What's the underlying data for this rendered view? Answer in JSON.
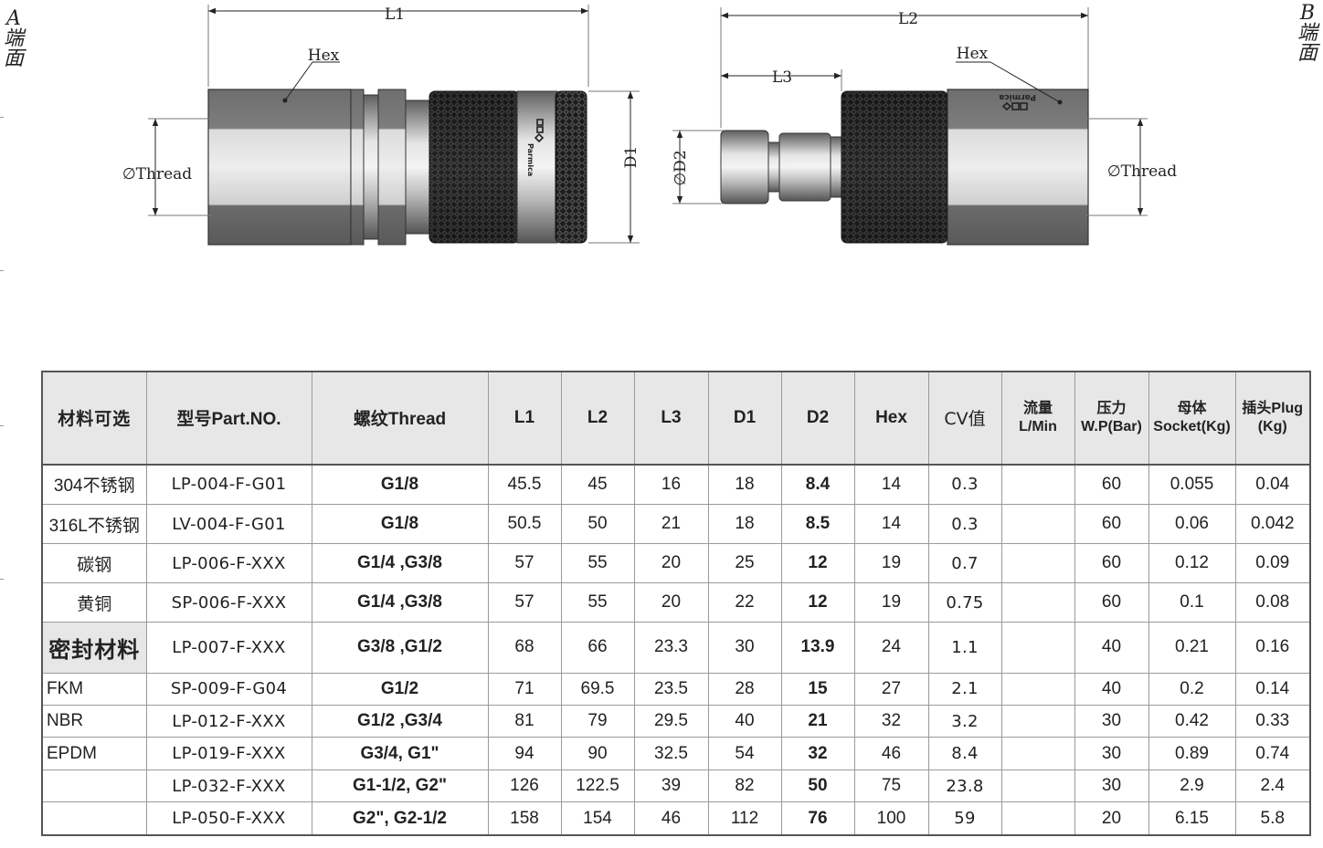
{
  "side_labels": {
    "a": [
      "A",
      "端",
      "面"
    ],
    "b": [
      "B",
      "端",
      "面"
    ]
  },
  "drawing": {
    "l1": "L1",
    "l2": "L2",
    "l3": "L3",
    "hex_a": "Hex",
    "hex_b": "Hex",
    "thread_a": "∅Thread",
    "thread_b": "∅Thread",
    "d1": "D1",
    "d2": "∅D2",
    "brand": "Parmica"
  },
  "colors": {
    "steel_dark": "#6f6f6f",
    "steel_light": "#d9d9d9",
    "knurl": "#1a1a1a",
    "header_bg": "#e7e7e7"
  },
  "table": {
    "headers": [
      [
        "材料可选"
      ],
      [
        "型号Part.NO."
      ],
      [
        "螺纹Thread"
      ],
      [
        "L1"
      ],
      [
        "L2"
      ],
      [
        "L3"
      ],
      [
        "D1"
      ],
      [
        "D2"
      ],
      [
        "Hex"
      ],
      [
        "CV值"
      ],
      [
        "流量",
        "L/Min"
      ],
      [
        "压力",
        "W.P(Bar)"
      ],
      [
        "母体",
        "Socket(Kg)"
      ],
      [
        "插头Plug",
        "(Kg)"
      ]
    ],
    "rows": [
      {
        "mat": "304不锈钢",
        "part": "LP-004-F-G01",
        "thread": "G1/8",
        "l1": "45.5",
        "l2": "45",
        "l3": "16",
        "d1": "18",
        "d2": "8.4",
        "hex": "14",
        "cv": "0.3",
        "flow": "",
        "wp": "60",
        "socket": "0.055",
        "plug": "0.04"
      },
      {
        "mat": "316L不锈钢",
        "part": "LV-004-F-G01",
        "thread": "G1/8",
        "l1": "50.5",
        "l2": "50",
        "l3": "21",
        "d1": "18",
        "d2": "8.5",
        "hex": "14",
        "cv": "0.3",
        "flow": "",
        "wp": "60",
        "socket": "0.06",
        "plug": "0.042"
      },
      {
        "mat": "碳钢",
        "part": "LP-006-F-XXX",
        "thread": "G1/4 ,G3/8",
        "l1": "57",
        "l2": "55",
        "l3": "20",
        "d1": "25",
        "d2": "12",
        "hex": "19",
        "cv": "0.7",
        "flow": "",
        "wp": "60",
        "socket": "0.12",
        "plug": "0.09"
      },
      {
        "mat": "黄铜",
        "part": "SP-006-F-XXX",
        "thread": "G1/4 ,G3/8",
        "l1": "57",
        "l2": "55",
        "l3": "20",
        "d1": "22",
        "d2": "12",
        "hex": "19",
        "cv": "0.75",
        "flow": "",
        "wp": "60",
        "socket": "0.1",
        "plug": "0.08"
      },
      {
        "mat": "密封材料",
        "part": "LP-007-F-XXX",
        "thread": "G3/8 ,G1/2",
        "l1": "68",
        "l2": "66",
        "l3": "23.3",
        "d1": "30",
        "d2": "13.9",
        "hex": "24",
        "cv": "1.1",
        "flow": "",
        "wp": "40",
        "socket": "0.21",
        "plug": "0.16"
      },
      {
        "mat": "FKM",
        "part": "SP-009-F-G04",
        "thread": "G1/2",
        "l1": "71",
        "l2": "69.5",
        "l3": "23.5",
        "d1": "28",
        "d2": "15",
        "hex": "27",
        "cv": "2.1",
        "flow": "",
        "wp": "40",
        "socket": "0.2",
        "plug": "0.14"
      },
      {
        "mat": "NBR",
        "part": "LP-012-F-XXX",
        "thread": "G1/2 ,G3/4",
        "l1": "81",
        "l2": "79",
        "l3": "29.5",
        "d1": "40",
        "d2": "21",
        "hex": "32",
        "cv": "3.2",
        "flow": "",
        "wp": "30",
        "socket": "0.42",
        "plug": "0.33"
      },
      {
        "mat": "EPDM",
        "part": "LP-019-F-XXX",
        "thread": "G3/4, G1\"",
        "l1": "94",
        "l2": "90",
        "l3": "32.5",
        "d1": "54",
        "d2": "32",
        "hex": "46",
        "cv": "8.4",
        "flow": "",
        "wp": "30",
        "socket": "0.89",
        "plug": "0.74"
      },
      {
        "mat": "",
        "part": "LP-032-F-XXX",
        "thread": "G1-1/2, G2\"",
        "l1": "126",
        "l2": "122.5",
        "l3": "39",
        "d1": "82",
        "d2": "50",
        "hex": "75",
        "cv": "23.8",
        "flow": "",
        "wp": "30",
        "socket": "2.9",
        "plug": "2.4"
      },
      {
        "mat": "",
        "part": "LP-050-F-XXX",
        "thread": "G2\", G2-1/2",
        "l1": "158",
        "l2": "154",
        "l3": "46",
        "d1": "112",
        "d2": "76",
        "hex": "100",
        "cv": "59",
        "flow": "",
        "wp": "20",
        "socket": "6.15",
        "plug": "5.8"
      }
    ]
  }
}
